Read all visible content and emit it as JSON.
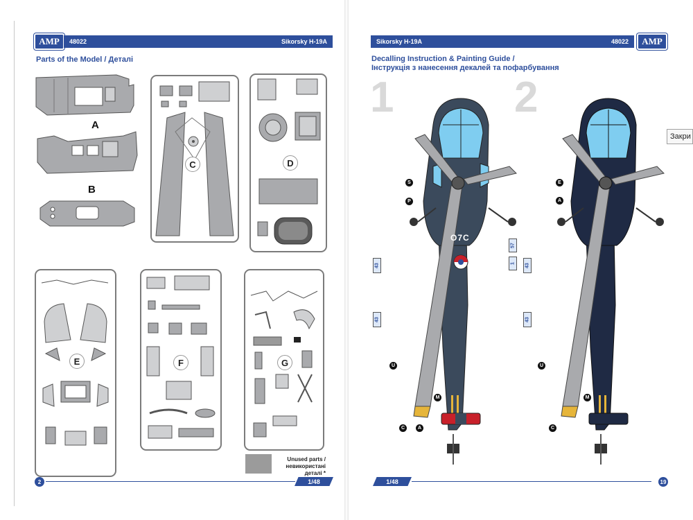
{
  "left_page": {
    "logo": "AMP",
    "code": "48022",
    "model": "Sikorsky H-19A",
    "section_title": "Parts of the Model  / Деталі",
    "labels": {
      "A": "A",
      "B": "B",
      "C": "C",
      "D": "D",
      "E": "E",
      "F": "F",
      "G": "G"
    },
    "unused_parts": "Unused parts /",
    "unused_parts_ua": "невикористані деталі *",
    "page_number": "2",
    "scale": "1/48"
  },
  "right_page": {
    "logo": "AMP",
    "code": "48022",
    "model": "Sikorsky H-19A",
    "section_title_en": "Decalling Instruction & Painting Guide /",
    "section_title_ua": "Інструкція з нанесення декалей та пофарбування",
    "scheme_1": "1",
    "scheme_2": "2",
    "page_number": "19",
    "scale": "1/48",
    "decals_1": [
      "43",
      "43",
      "57",
      "1"
    ],
    "decals_2": [
      "43",
      "43"
    ],
    "callouts_1": [
      "S",
      "P",
      "U",
      "M",
      "C",
      "A"
    ],
    "callouts_2": [
      "E",
      "A",
      "U",
      "M",
      "C"
    ],
    "fuselage_code": "O7C"
  },
  "overlay": {
    "close_tooltip": "Закри"
  },
  "colors": {
    "brand_blue": "#2e4f9c",
    "navy_scheme1": "#3b4a5c",
    "navy_scheme2": "#1f2a44",
    "canopy": "#7fcdf0",
    "part_grey": "#a9aaad"
  }
}
